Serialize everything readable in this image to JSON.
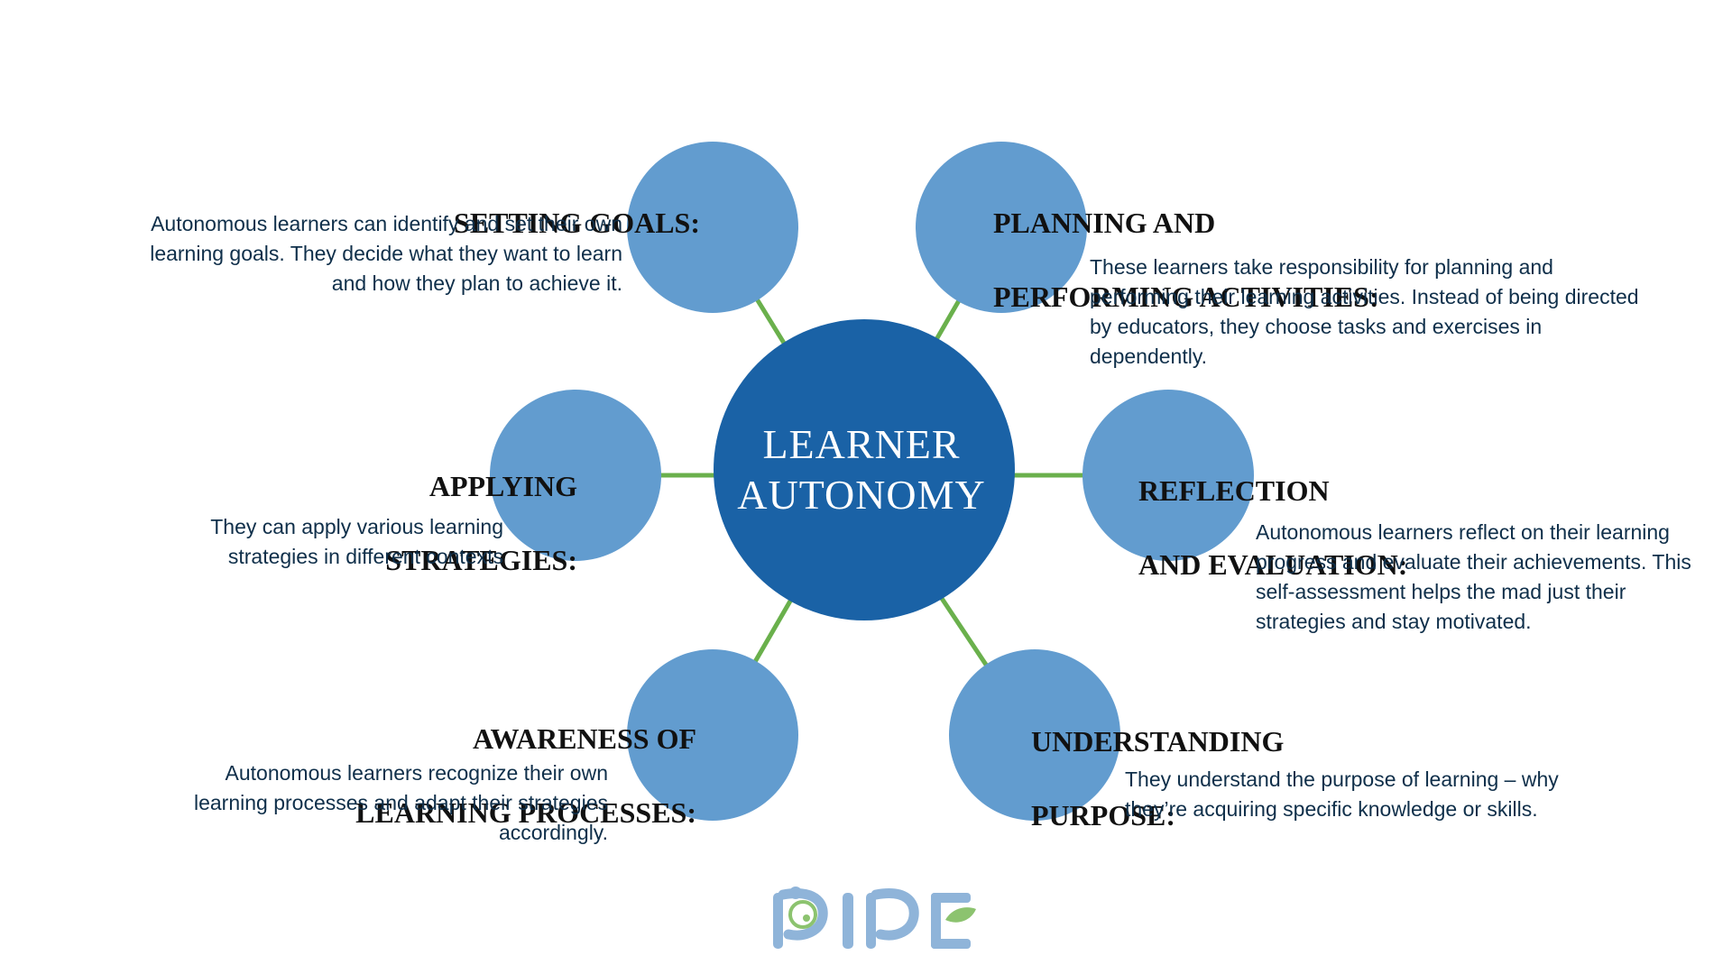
{
  "colors": {
    "center": "#1a62a6",
    "node": "#629ccf",
    "connector": "#6ab04c",
    "logo_blue": "#8fb4d9",
    "logo_green": "#8cc36f"
  },
  "center": {
    "title_line1": "LEARNER",
    "title_line2": "AUTONOMY"
  },
  "nodes": {
    "setting_goals": {
      "heading": "SETTING GOALS:",
      "description": "Autonomous learners can identify and set their own learning goals. They decide what they want to learn and how they plan to achieve it."
    },
    "planning": {
      "heading_line1": "PLANNING AND",
      "heading_line2": "PERFORMING ACTIVITIES:",
      "description": "These learners take responsibility for planning and performing their learning activities. Instead of being directed by educators, they choose tasks and exercises in dependently."
    },
    "applying": {
      "heading_line1": "APPLYING",
      "heading_line2": "STRATEGIES:",
      "description": "They can apply various learning strategies in different contexts"
    },
    "reflection": {
      "heading_line1": "REFLECTION",
      "heading_line2": "AND EVALUATION:",
      "description": "Autonomous learners reflect on their learning progress and evaluate their achievements. This self-assessment helps the mad just their strategies and stay motivated."
    },
    "awareness": {
      "heading_line1": "AWARENESS OF",
      "heading_line2": "LEARNING PROCESSES:",
      "description": "Autonomous learners recognize their own learning processes and adapt their strategies accordingly."
    },
    "understanding": {
      "heading_line1": "UNDERSTANDING",
      "heading_line2": "PURPOSE:",
      "description": "They understand the purpose of learning – why they’re acquiring specific knowledge or skills."
    }
  },
  "logo": {
    "icon": "pipe-logo"
  }
}
